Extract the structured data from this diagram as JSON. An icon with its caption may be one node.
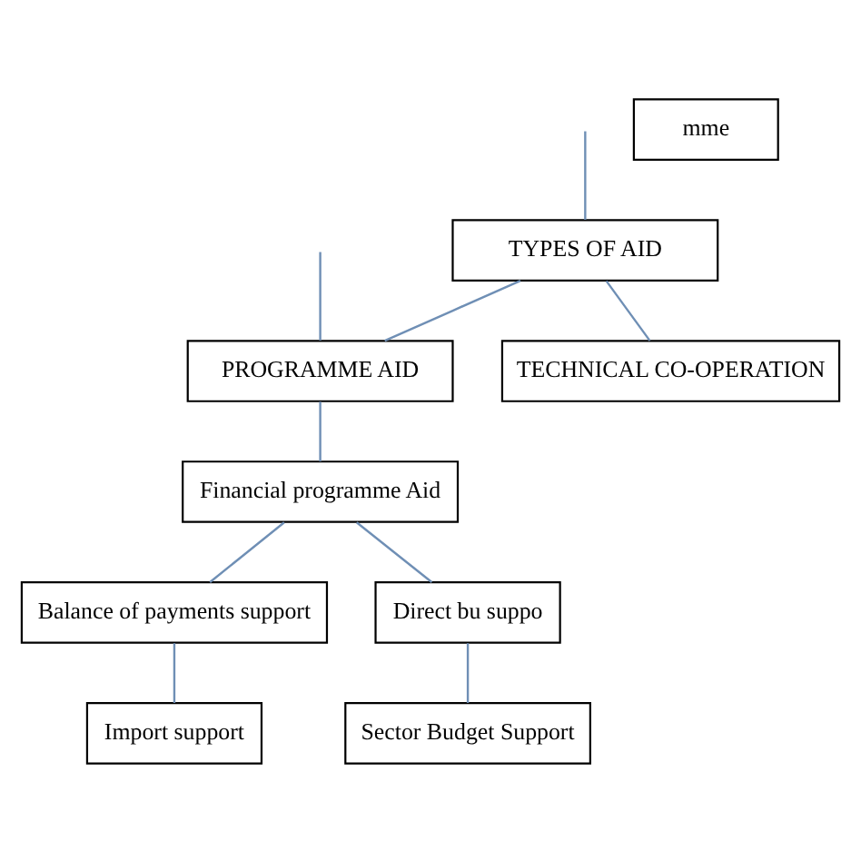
{
  "diagram": {
    "nodes": [
      {
        "text": [
          "TYPES OF AID"
        ]
      },
      {
        "text": [
          "TECHNICAL CO-OPERATION"
        ]
      },
      {
        "text": [
          "PROGRAMME AID"
        ]
      },
      {
        "text": [
          "mme"
        ]
      },
      {
        "text": [
          "Financial programme Aid"
        ]
      },
      {
        "text": [
          "Balance of payments support"
        ]
      },
      {
        "text": [
          "Direct bu suppo"
        ]
      },
      {
        "text": [
          "Import support"
        ]
      },
      {
        "text": [
          "Sector Budget Support"
        ]
      }
    ],
    "edges": [
      {
        "from": null,
        "to": 0,
        "arrow": "none"
      },
      {
        "from": 0,
        "to": 1,
        "arrow": "none"
      },
      {
        "from": 0,
        "to": 2,
        "arrow": "none"
      },
      {
        "from": null,
        "to": 2,
        "arrow": "none"
      },
      {
        "from": 2,
        "to": 4,
        "arrow": "none"
      },
      {
        "from": 4,
        "to": 5,
        "arrow": "none"
      },
      {
        "from": 4,
        "to": 6,
        "arrow": "none"
      },
      {
        "from": 5,
        "to": 7,
        "arrow": "none"
      },
      {
        "from": 6,
        "to": 8,
        "arrow": "none"
      }
    ]
  }
}
